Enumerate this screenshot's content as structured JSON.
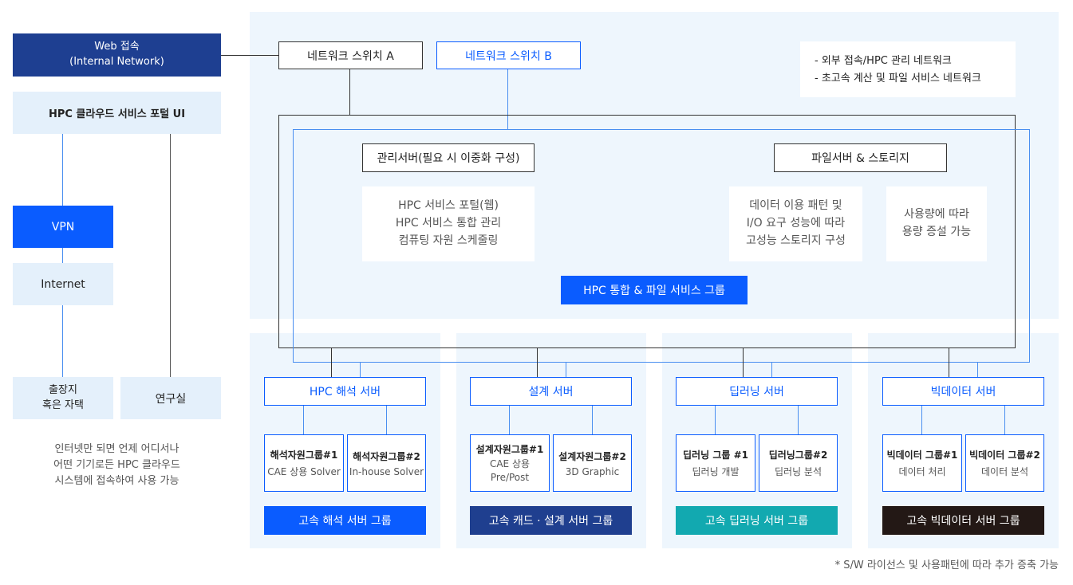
{
  "left": {
    "web_access": "Web 접속\n(Internal Network)",
    "portal_ui": "HPC 클라우드 서비스 포털 UI",
    "vpn": "VPN",
    "internet": "Internet",
    "business_trip": "출장지\n혹은 자택",
    "lab": "연구실",
    "caption": "인터넷만 되면 언제 어디서나\n어떤 기기로든 HPC 클라우드\n시스템에 접속하여 사용 가능"
  },
  "top": {
    "switch_a": "네트워크 스위치 A",
    "switch_b": "네트워크 스위치 B",
    "legend_1": "- 외부 접속/HPC 관리 네트워크",
    "legend_2": "- 초고속 계산 및 파일 서비스 네트워크",
    "mgmt_server": "관리서버(필요 시 이중화 구성)",
    "mgmt_desc": "HPC 서비스 포털(웹)\nHPC 서비스 통합 관리\n컴퓨팅 자원 스케줄링",
    "file_server": "파일서버 & 스토리지",
    "file_desc1": "데이터 이용 패턴 및\nI/O 요구 성능에 따라\n고성능 스토리지 구성",
    "file_desc2": "사용량에 따라\n용량 증설 가능",
    "integrated_group": "HPC 통합 & 파일 서비스 그룹"
  },
  "groups": [
    {
      "server": "HPC 해석 서버",
      "r1_title": "해석자원그룹#1",
      "r1_desc": "CAE 상용 Solver",
      "r2_title": "해석자원그룹#2",
      "r2_desc": "In-house Solver",
      "footer": "고속 해석 서버 그룹",
      "color": "#0a5cff"
    },
    {
      "server": "설계 서버",
      "r1_title": "설계자원그룹#1",
      "r1_desc": "CAE 상용\nPre/Post",
      "r2_title": "설계자원그룹#2",
      "r2_desc": "3D Graphic",
      "footer": "고속 캐드 · 설계 서버 그룹",
      "color": "#1f3f8f"
    },
    {
      "server": "딥러닝 서버",
      "r1_title": "딥러닝 그룹 #1",
      "r1_desc": "딥러닝 개발",
      "r2_title": "딥러닝그룹#2",
      "r2_desc": "딥러닝 분석",
      "footer": "고속 딥러닝 서버 그룹",
      "color": "#12a9b0"
    },
    {
      "server": "빅데이터 서버",
      "r1_title": "빅데이터 그룹#1",
      "r1_desc": "데이터 처리",
      "r2_title": "빅데이터 그룹#2",
      "r2_desc": "데이터 분석",
      "footer": "고속 빅데이터 서버 그룹",
      "color": "#231815"
    }
  ],
  "footnote": "* S/W 라이선스 및 사용패턴에 따라 추가 증축 가능"
}
